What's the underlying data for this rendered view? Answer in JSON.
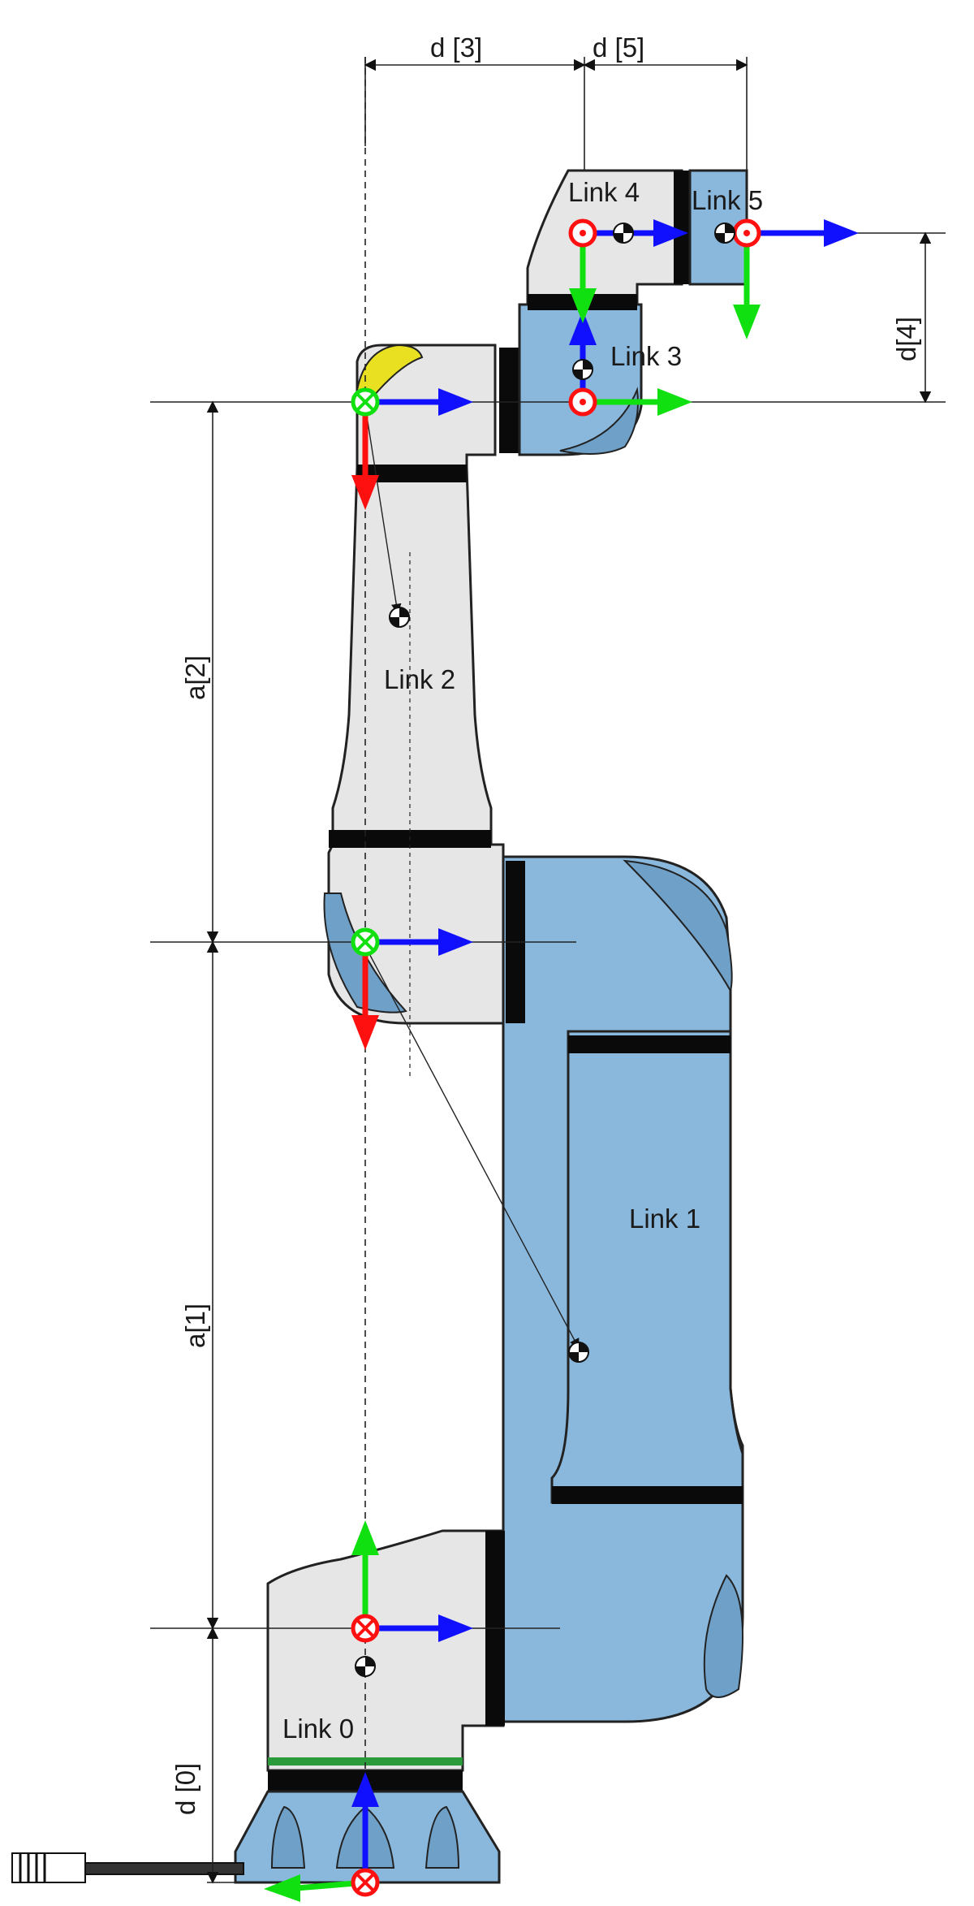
{
  "links": {
    "link0": "Link 0",
    "link1": "Link 1",
    "link2": "Link 2",
    "link3": "Link 3",
    "link4": "Link 4",
    "link5": "Link 5"
  },
  "dimensions": {
    "d3": "d [3]",
    "d5": "d [5]",
    "d4": "d[4]",
    "a2": "a[2]",
    "a1": "a[1]",
    "d0": "d [0]"
  },
  "colors": {
    "light_body": "#e6e6e6",
    "blue_body": "#8ab8dc",
    "band": "#0a0a0a",
    "axis_x": "#1010ff",
    "axis_y": "#10e010",
    "axis_z": "#ff1010",
    "accent_green": "#2a9a3a",
    "accent_yellow": "#e8e020"
  }
}
